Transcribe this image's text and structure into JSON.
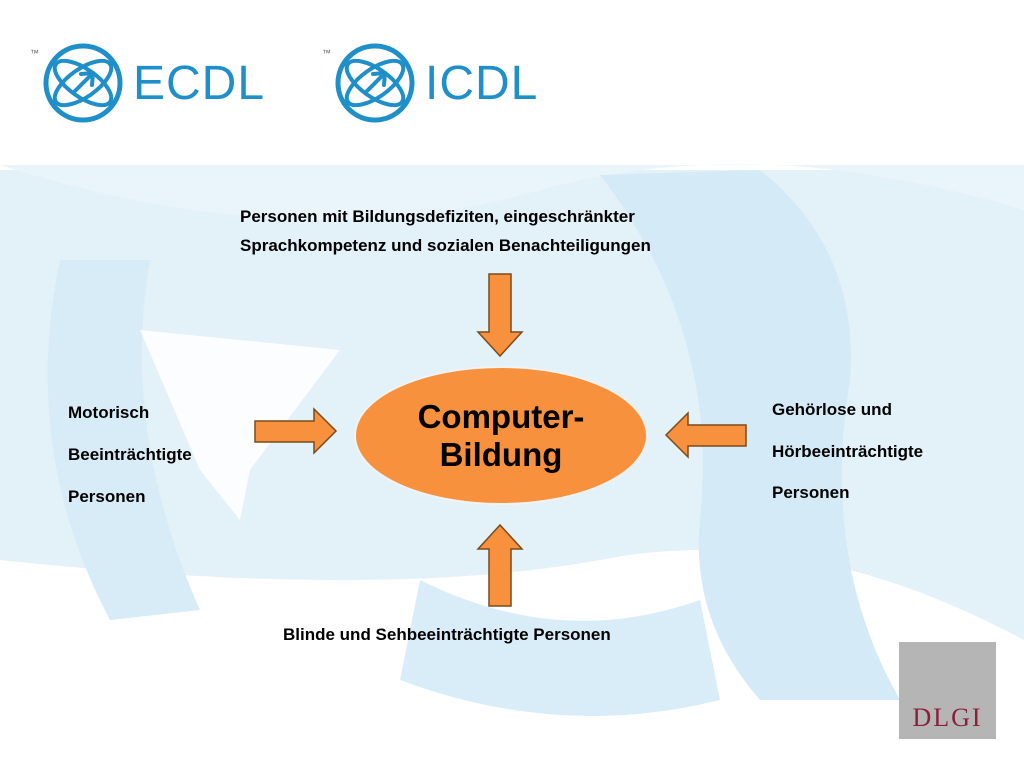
{
  "logos": [
    {
      "tm": "™",
      "word": "ECDL"
    },
    {
      "tm": "™",
      "word": "ICDL"
    }
  ],
  "diagram": {
    "center": [
      "Computer-",
      "Bildung"
    ],
    "top": [
      "Personen mit Bildungsdefiziten, eingeschränkter",
      "Sprachkompetenz und sozialen Benachteiligungen"
    ],
    "left": [
      "Motorisch",
      "Beeinträchtigte",
      "Personen"
    ],
    "right": [
      "Gehörlose und",
      "Hörbeeinträchtigte",
      "Personen"
    ],
    "bottom": "Blinde und Sehbeeinträchtigte Personen"
  },
  "footer_logo": "DLGI",
  "colors": {
    "ellipse": "#f7913d",
    "arrow": "#f7913d",
    "arrow_outline": "#7a4a1a",
    "logo_blue": "#1f8fc9",
    "globe_bg": "#dceef8",
    "dlgi_box": "#b5b5b5",
    "dlgi_text": "#8a1f3c"
  }
}
